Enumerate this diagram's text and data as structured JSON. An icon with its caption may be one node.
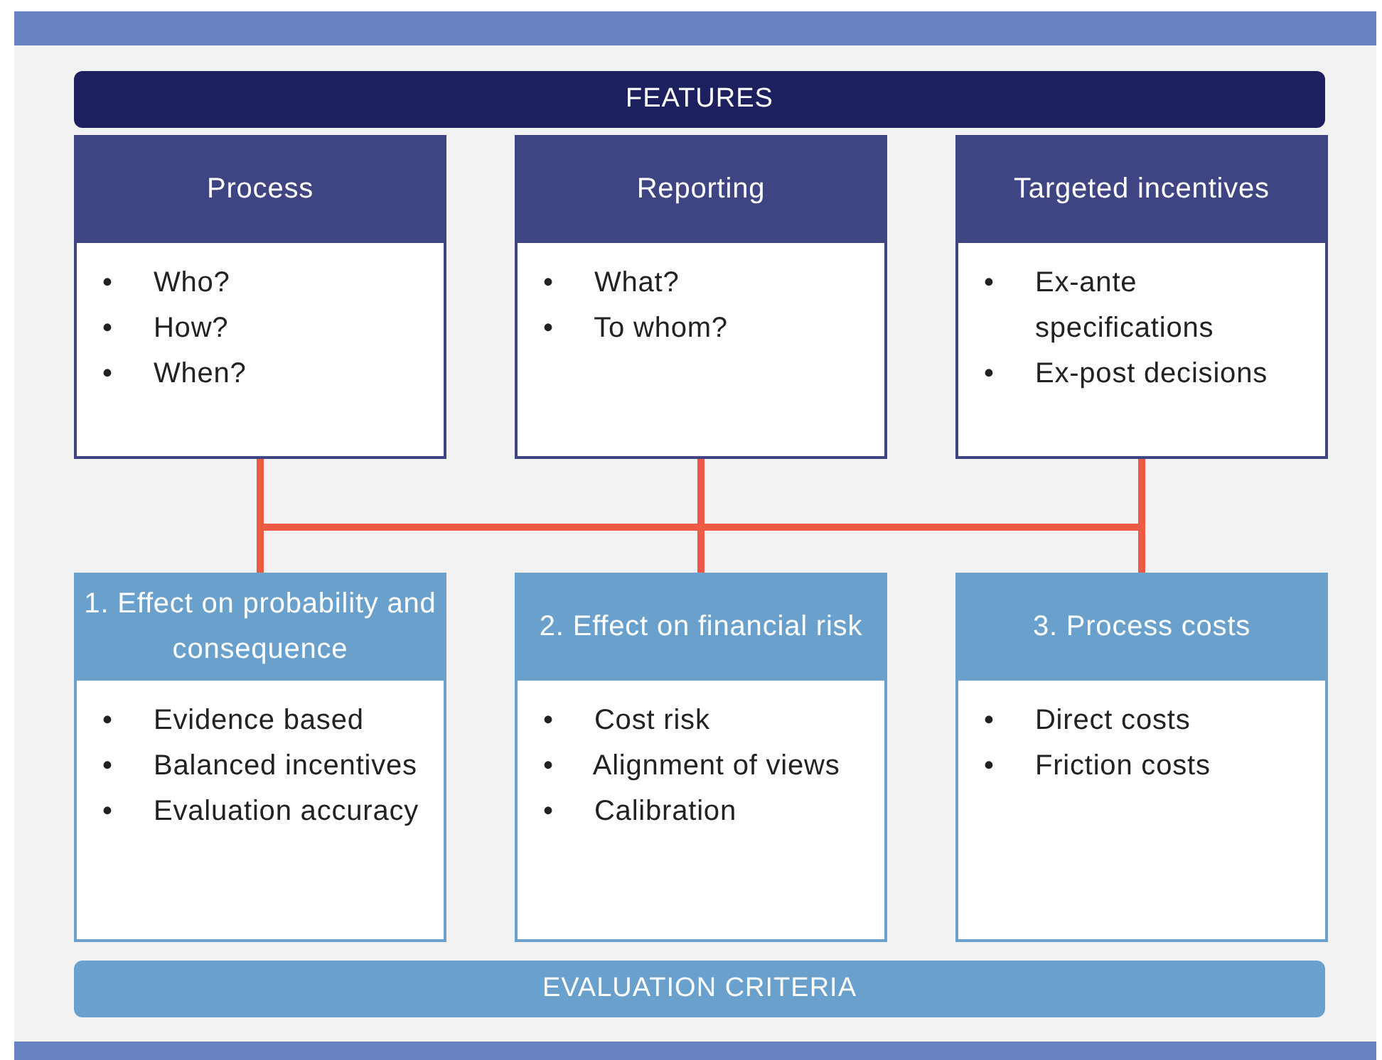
{
  "diagram": {
    "nodes": [
      {
        "text": [],
        "shape": "bar"
      },
      {
        "text": [
          "FEATURES"
        ]
      },
      {
        "text": [
          "Process",
          "• Who?",
          "• How?",
          "• When?"
        ]
      },
      {
        "text": [
          "Reporting",
          "• What?",
          "• To whom?"
        ]
      },
      {
        "text": [
          "Targeted incentives",
          "• Ex-ante specifications",
          "• Ex-post decisions"
        ]
      },
      {
        "text": [
          "1. Effect on probability and consequence",
          "• Evidence based",
          "• Balanced incentives",
          "• Evaluation accuracy"
        ]
      },
      {
        "text": [
          "2. Effect on financial risk",
          "• Cost risk",
          "• Alignment of views",
          "• Calibration"
        ]
      },
      {
        "text": [
          "3. Process costs",
          "• Direct costs",
          "• Friction costs"
        ]
      },
      {
        "text": [
          "EVALUATION CRITERIA"
        ]
      },
      {
        "text": [],
        "shape": "bar"
      }
    ],
    "edges": [
      {
        "from": 2,
        "to": 5,
        "arrow": "none"
      },
      {
        "from": 2,
        "to": 6,
        "arrow": "none"
      },
      {
        "from": 2,
        "to": 7,
        "arrow": "none"
      },
      {
        "from": 3,
        "to": 5,
        "arrow": "none"
      },
      {
        "from": 3,
        "to": 6,
        "arrow": "none"
      },
      {
        "from": 3,
        "to": 7,
        "arrow": "none"
      },
      {
        "from": 4,
        "to": 5,
        "arrow": "none"
      },
      {
        "from": 4,
        "to": 6,
        "arrow": "none"
      },
      {
        "from": 4,
        "to": 7,
        "arrow": "none"
      }
    ]
  }
}
